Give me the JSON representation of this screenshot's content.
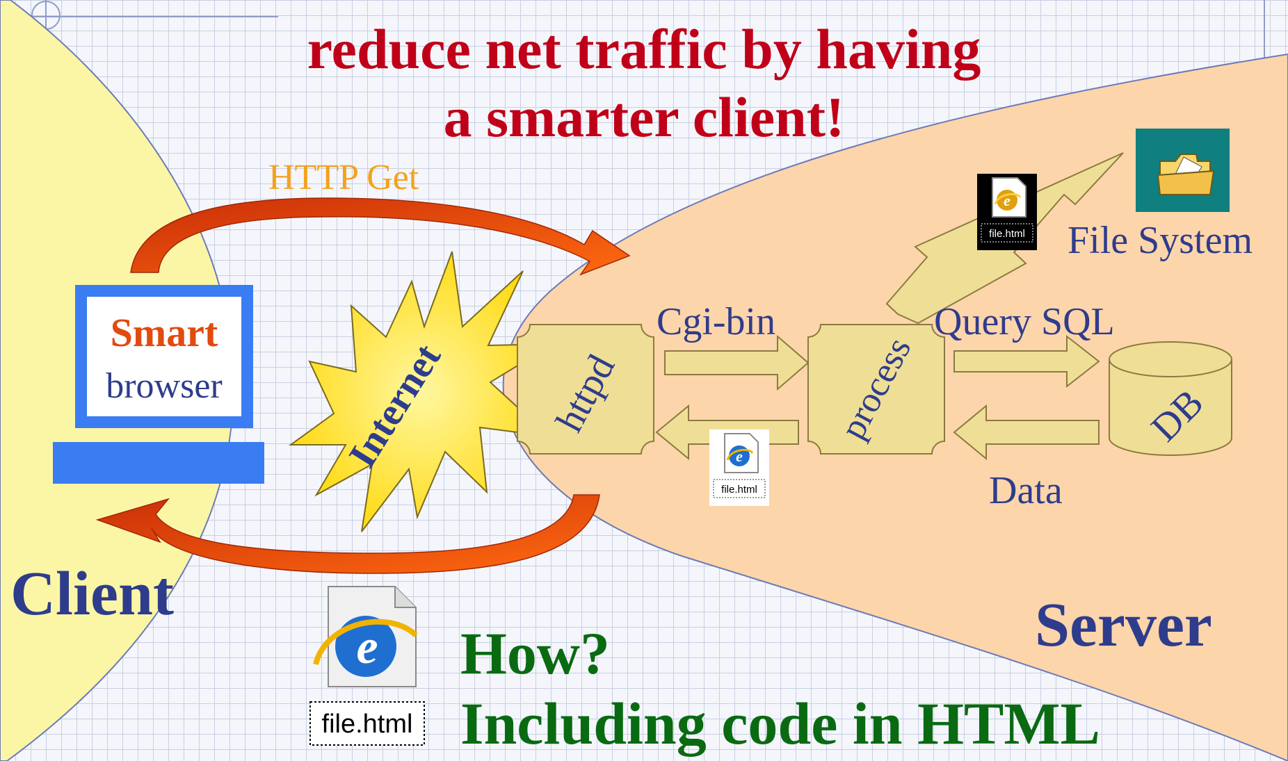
{
  "title": {
    "line1": "reduce net traffic by having",
    "line2": "a smarter client!"
  },
  "client": {
    "label": "Client",
    "browser_label_top": "Smart",
    "browser_label_bottom": "browser"
  },
  "server": {
    "label": "Server",
    "httpd": "httpd",
    "process": "process",
    "db": "DB",
    "file_system": "File System"
  },
  "edges": {
    "http_get": "HTTP Get",
    "cgi_bin": "Cgi-bin",
    "query_sql": "Query SQL",
    "data": "Data"
  },
  "internet": "Internet",
  "file_name": "file.html",
  "bottom": {
    "how": "How?",
    "answer": "Including code in HTML"
  },
  "colors": {
    "client_region": "#fbf6a6",
    "server_region": "#fdd5aa",
    "title_red": "#c00018",
    "label_blue": "#2e3c8c",
    "http_orange": "#f5a11c",
    "how_green": "#0a6a12",
    "arrow_red": "#e24a0e",
    "internet_yellow": "#ffd600",
    "node_fill": "#efdf96"
  },
  "icons": [
    "ie-file-icon",
    "folder-icon",
    "arrow-icon"
  ]
}
